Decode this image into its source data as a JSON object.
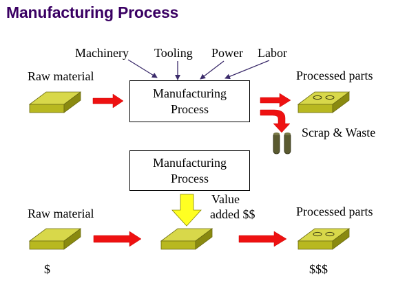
{
  "title": "Manufacturing Process",
  "inputs": [
    "Machinery",
    "Tooling",
    "Power",
    "Labor"
  ],
  "top_row": {
    "raw_label": "Raw material",
    "process_line1": "Manufacturing",
    "process_line2": "Process",
    "output_label": "Processed parts",
    "waste_label": "Scrap & Waste"
  },
  "bottom_row": {
    "raw_label": "Raw material",
    "process_line1": "Manufacturing",
    "process_line2": "Process",
    "value_line1": "Value",
    "value_line2": "added $$",
    "output_label": "Processed parts",
    "raw_value": "$",
    "output_value": "$$$"
  },
  "colors": {
    "title": "#3a0063",
    "block_top": "#d8d84a",
    "block_front": "#b8b820",
    "block_side": "#8a8a10",
    "arrow_red": "#ee1111",
    "arrow_yellow": "#ffff22",
    "bin": "#5a5a30"
  }
}
